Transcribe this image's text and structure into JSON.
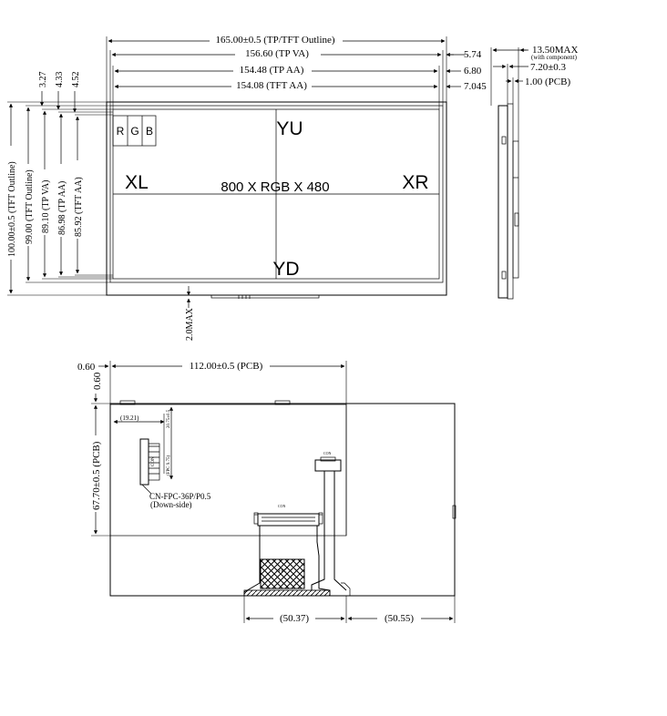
{
  "top_view": {
    "widths": {
      "outline": "165.00±0.5 (TP/TFT Outline)",
      "tp_va": "156.60 (TP VA)",
      "tp_aa": "154.48 (TP AA)",
      "tft_aa": "154.08 (TFT AA)"
    },
    "right_offsets": {
      "a": "5.74",
      "b": "6.80",
      "c": "7.045"
    },
    "top_offsets": {
      "a": "3.27",
      "b": "4.33",
      "c": "4.52"
    },
    "heights": {
      "tp_tft_outline": "100.00±0.5 (TFT Outline)",
      "tft_outline": "99.00 (TFT Outline)",
      "tp_va": "89.10 (TP VA)",
      "tp_aa": "86.98 (TP AA)",
      "tft_aa": "85.92 (TFT AA)"
    },
    "bottom_max": "2.0MAX",
    "rgb": [
      "R",
      "G",
      "B"
    ],
    "labels": {
      "yu": "YU",
      "yd": "YD",
      "xl": "XL",
      "xr": "XR",
      "resolution": "800 X RGB X 480"
    }
  },
  "side_view": {
    "max_thickness": "13.50MAX",
    "max_note": "(with component)",
    "thickness": "7.20±0.3",
    "pcb": "1.00 (PCB)"
  },
  "back_view": {
    "left_small": "0.60",
    "top_small": "0.60",
    "pcb_width": "112.00±0.5 (PCB)",
    "pcb_height": "67.70±0.5 (PCB)",
    "conn_offset": "(19.21)",
    "conn_vertical_a": "20.75±0.5",
    "conn_vertical_b": "(FPC 9.75)",
    "connector": "CN-FPC-36P/P0.5",
    "connector_note": "(Down-side)",
    "bottom_left": "(50.37)",
    "bottom_right": "(50.55)",
    "fpc_label": "FPC",
    "small_label": "CON"
  }
}
